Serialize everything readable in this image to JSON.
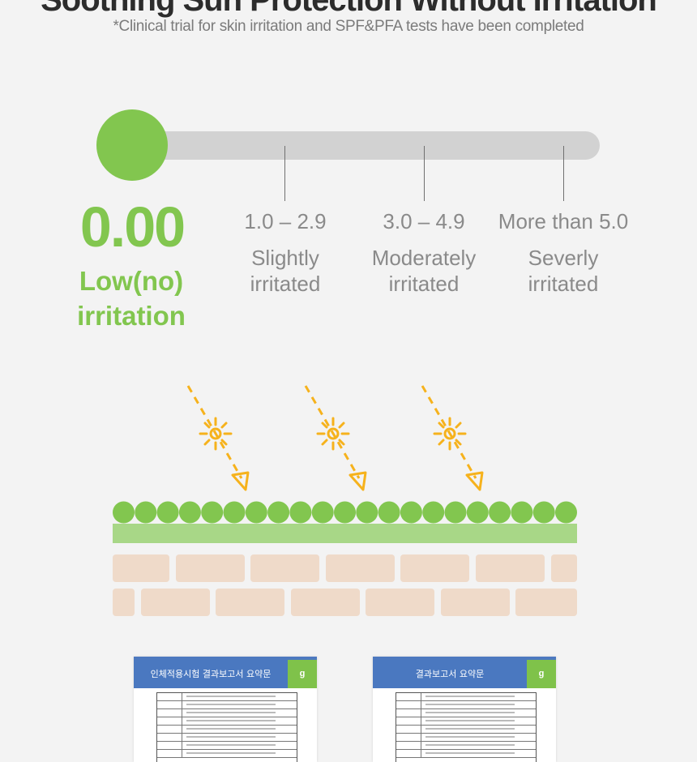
{
  "header": {
    "title": "Soothing Sun Protection Without Irritation",
    "subtitle": "*Clinical trial for skin irritation and SPF&PFA tests have been completed"
  },
  "irritation_scale": {
    "result_value": "0.00",
    "result_label_line1": "Low(no)",
    "result_label_line2": "irritation",
    "ranges": [
      {
        "range": "1.0 – 2.9",
        "label_line1": "Slightly",
        "label_line2": "irritated"
      },
      {
        "range": "3.0 – 4.9",
        "label_line1": "Moderately",
        "label_line2": "irritated"
      },
      {
        "range": "More than 5.0",
        "label_line1": "Severly",
        "label_line2": "irritated"
      }
    ]
  },
  "colors": {
    "accent_green": "#82c64f",
    "light_green": "#a8d787",
    "sun_yellow": "#f6b21c",
    "skin_brick": "#efdac9",
    "track_gray": "#d2d2d2",
    "text_gray": "#8a8a8a",
    "report_blue": "#4a78c0"
  },
  "reports": [
    {
      "title": "인체적용시험 결과보고서 요약문",
      "logo": "g"
    },
    {
      "title": "결과보고서 요약문",
      "logo": "g"
    }
  ],
  "icons": {
    "sun": "sun-ray-icon",
    "arrow": "arrow-down-right-icon"
  }
}
